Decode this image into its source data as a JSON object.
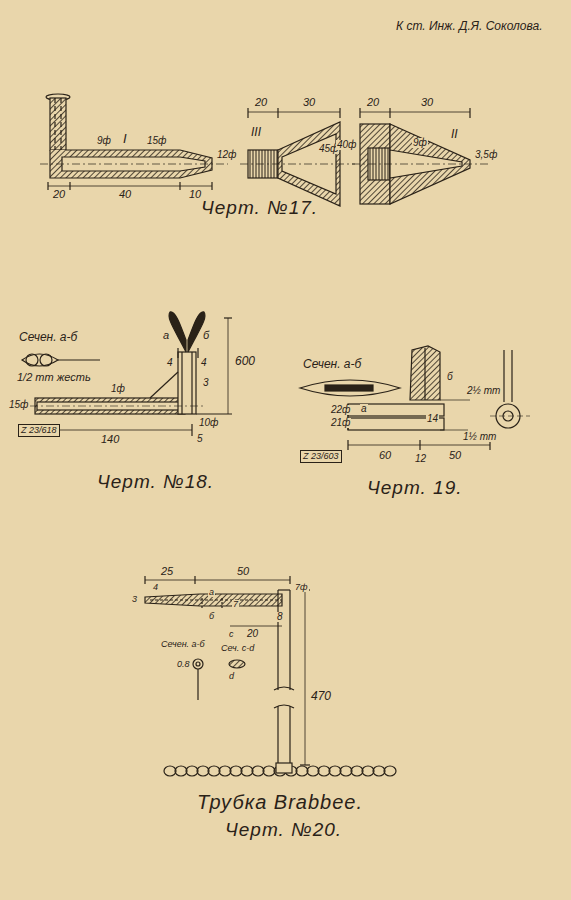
{
  "diagram": {
    "title": "К ст. Инж. Д.Я. Соколова.",
    "labels": [
      "Черт. №17.",
      "I",
      "20",
      "40",
      "10",
      "15ф",
      "9ф",
      "12ф",
      "III",
      "20",
      "30",
      "45ф",
      "II",
      "20",
      "30",
      "40ф",
      "9ф",
      "3,5ф",
      "Черт. №18.",
      "Сечен. а-б",
      "1/2 mm жесть",
      "а",
      "б",
      "4",
      "4",
      "3",
      "600",
      "1ф",
      "15ф",
      "10ф",
      "140",
      "5",
      "Z 23/618",
      "Черт. 19.",
      "Сечен. а-б",
      "а",
      "б",
      "2½ mm",
      "1½ mm",
      "22ф",
      "21ф",
      "14",
      "60",
      "50",
      "12",
      "Z 23/603",
      "25",
      "50",
      "4",
      "3",
      "7",
      "20",
      "8",
      "7ф",
      "а",
      "б",
      "Сечен. а-б",
      "0.8",
      "Сеч. с-d",
      "с",
      "d",
      "470",
      "Трубка Brabbee.",
      "Черт. №20."
    ]
  }
}
